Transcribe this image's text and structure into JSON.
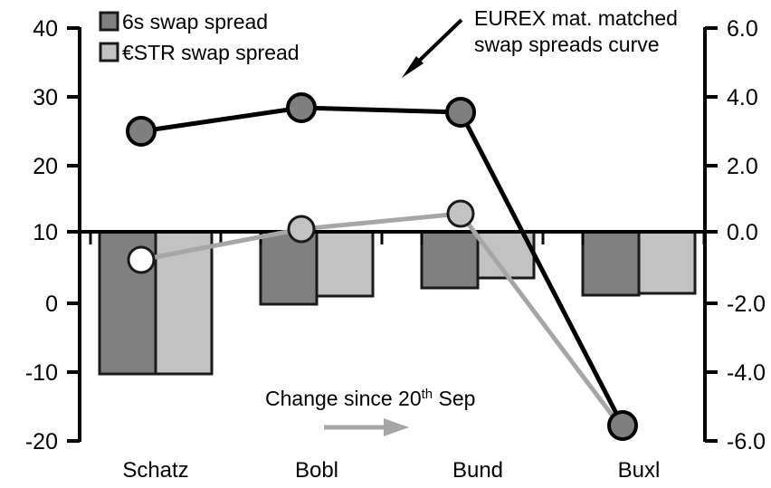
{
  "chart_data": {
    "type": "bar",
    "title": "",
    "subtitle": "",
    "xlabel": "",
    "ylabel": "",
    "categories": [
      "Schatz",
      "Bobl",
      "Bund",
      "Buxl"
    ],
    "grid": false,
    "legend_position": "top-left",
    "left_axis": {
      "ticks": [
        "40",
        "30",
        "20",
        "10",
        "0",
        "-10",
        "-20"
      ],
      "values": [
        40,
        30,
        20,
        10,
        0,
        -10,
        -20
      ],
      "ylim": [
        -20,
        40
      ],
      "zero_reference_tick": "10"
    },
    "right_axis": {
      "ticks": [
        "6.0",
        "4.0",
        "2.0",
        "0.0",
        "-2.0",
        "-4.0",
        "-6.0"
      ],
      "values": [
        6.0,
        4.0,
        2.0,
        0.0,
        -2.0,
        -4.0,
        -6.0
      ],
      "ylim": [
        -6.0,
        6.0
      ]
    },
    "series": [
      {
        "name": "6s swap spread",
        "kind": "bar",
        "axis": "left",
        "color": "#808080",
        "values": [
          -10.3,
          -0.2,
          2.0,
          1.0
        ]
      },
      {
        "name": "€STR swap spread",
        "kind": "bar",
        "axis": "left",
        "color": "#c2c2c2",
        "values": [
          -10.3,
          0.9,
          3.5,
          1.2
        ]
      },
      {
        "name": "EUREX mat. matched swap spreads curve",
        "kind": "line",
        "axis": "left",
        "color": "#000000",
        "marker_color": "#7f7f7f",
        "values": [
          24.5,
          28.0,
          27.4,
          -18.0
        ]
      },
      {
        "name": "Change since 20th Sep",
        "kind": "line",
        "axis": "left",
        "color": "#a6a6a6",
        "marker_color": "#c2c2c2",
        "values": [
          6.1,
          10.5,
          12.7,
          -18.3
        ]
      }
    ]
  },
  "legend": {
    "items": [
      {
        "label": "6s swap spread",
        "swatch": "#808080"
      },
      {
        "label": "€STR swap spread",
        "swatch": "#c2c2c2"
      }
    ]
  },
  "annotations": {
    "curve_note_line1": "EUREX mat. matched",
    "curve_note_line2": "swap spreads curve",
    "change_note_main": "Change since 20",
    "change_note_sup": "th",
    "change_note_tail": " Sep"
  },
  "colors": {
    "dark_bar": "#808080",
    "light_bar": "#c2c2c2",
    "black_line": "#000000",
    "gray_line": "#a6a6a6",
    "axis": "#000000",
    "background": "#ffffff"
  }
}
